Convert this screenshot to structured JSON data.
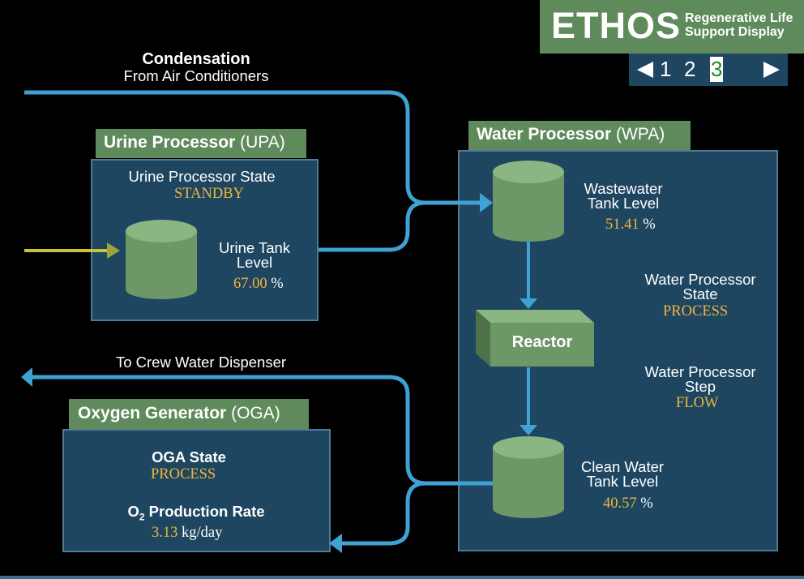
{
  "header": {
    "logo_text": "ETHOS",
    "subtitle_line1": "Regenerative Life",
    "subtitle_line2": "Support Display",
    "pages": [
      "1",
      "2",
      "3"
    ],
    "current_page": "3"
  },
  "condensation": {
    "title": "Condensation",
    "subtitle": "From Air Conditioners"
  },
  "upa": {
    "title_bold": "Urine Processor",
    "title_abbr": "(UPA)",
    "state_label": "Urine Processor State",
    "state_value": "STANDBY",
    "tank_label_line1": "Urine Tank",
    "tank_label_line2": "Level",
    "tank_value": "67.00",
    "tank_unit": "%"
  },
  "wpa": {
    "title_bold": "Water Processor",
    "title_abbr": "(WPA)",
    "wastewater_label_line1": "Wastewater",
    "wastewater_label_line2": "Tank Level",
    "wastewater_value": "51.41",
    "wastewater_unit": "%",
    "state_label_line1": "Water Processor",
    "state_label_line2": "State",
    "state_value": "PROCESS",
    "reactor_label": "Reactor",
    "step_label_line1": "Water Processor",
    "step_label_line2": "Step",
    "step_value": "FLOW",
    "clean_label_line1": "Clean Water",
    "clean_label_line2": "Tank Level",
    "clean_value": "40.57",
    "clean_unit": "%"
  },
  "dispenser": {
    "label": "To Crew Water Dispenser"
  },
  "oga": {
    "title_bold": "Oxygen Generator",
    "title_abbr": "(OGA)",
    "state_label": "OGA State",
    "state_value": "PROCESS",
    "rate_label_prefix": "O",
    "rate_label_sub": "2",
    "rate_label_suffix": " Production Rate",
    "rate_value": "3.13",
    "rate_unit": "kg/day"
  },
  "colors": {
    "panel": "#1e4660",
    "panel_border": "#4f7a93",
    "title_green": "#5f8a5b",
    "tank_green": "#6e9767",
    "pipe_blue": "#3ea2d3",
    "value_orange": "#f0b53c",
    "urine_yellow": "#c9c33a"
  }
}
